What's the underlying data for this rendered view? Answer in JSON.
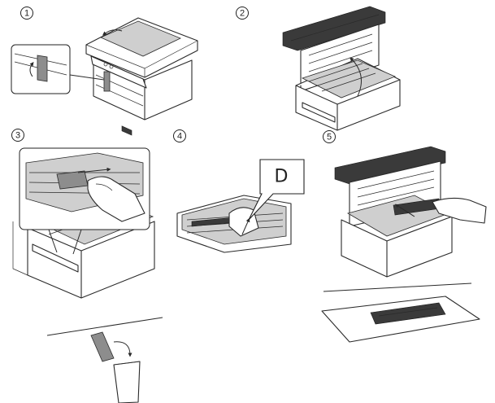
{
  "steps": [
    {
      "number": "1"
    },
    {
      "number": "2"
    },
    {
      "number": "3"
    },
    {
      "number": "4"
    },
    {
      "number": "5"
    }
  ],
  "callout_letter": "D",
  "icons": {
    "arrow": "curved-arrow-icon",
    "hand": "hand-icon",
    "trash": "trash-bin-icon"
  }
}
